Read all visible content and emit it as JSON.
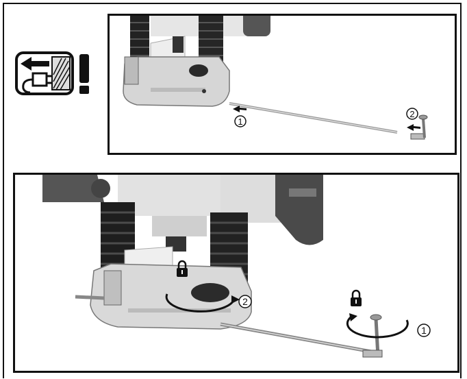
{
  "steps": {
    "top": {
      "step1": "1",
      "step2": "2"
    },
    "bottom": {
      "step1": "1",
      "step2": "2"
    }
  },
  "icons": {
    "warning": "unplug-warning-icon",
    "exclamation": "exclamation-icon",
    "lock": "lock-icon"
  }
}
